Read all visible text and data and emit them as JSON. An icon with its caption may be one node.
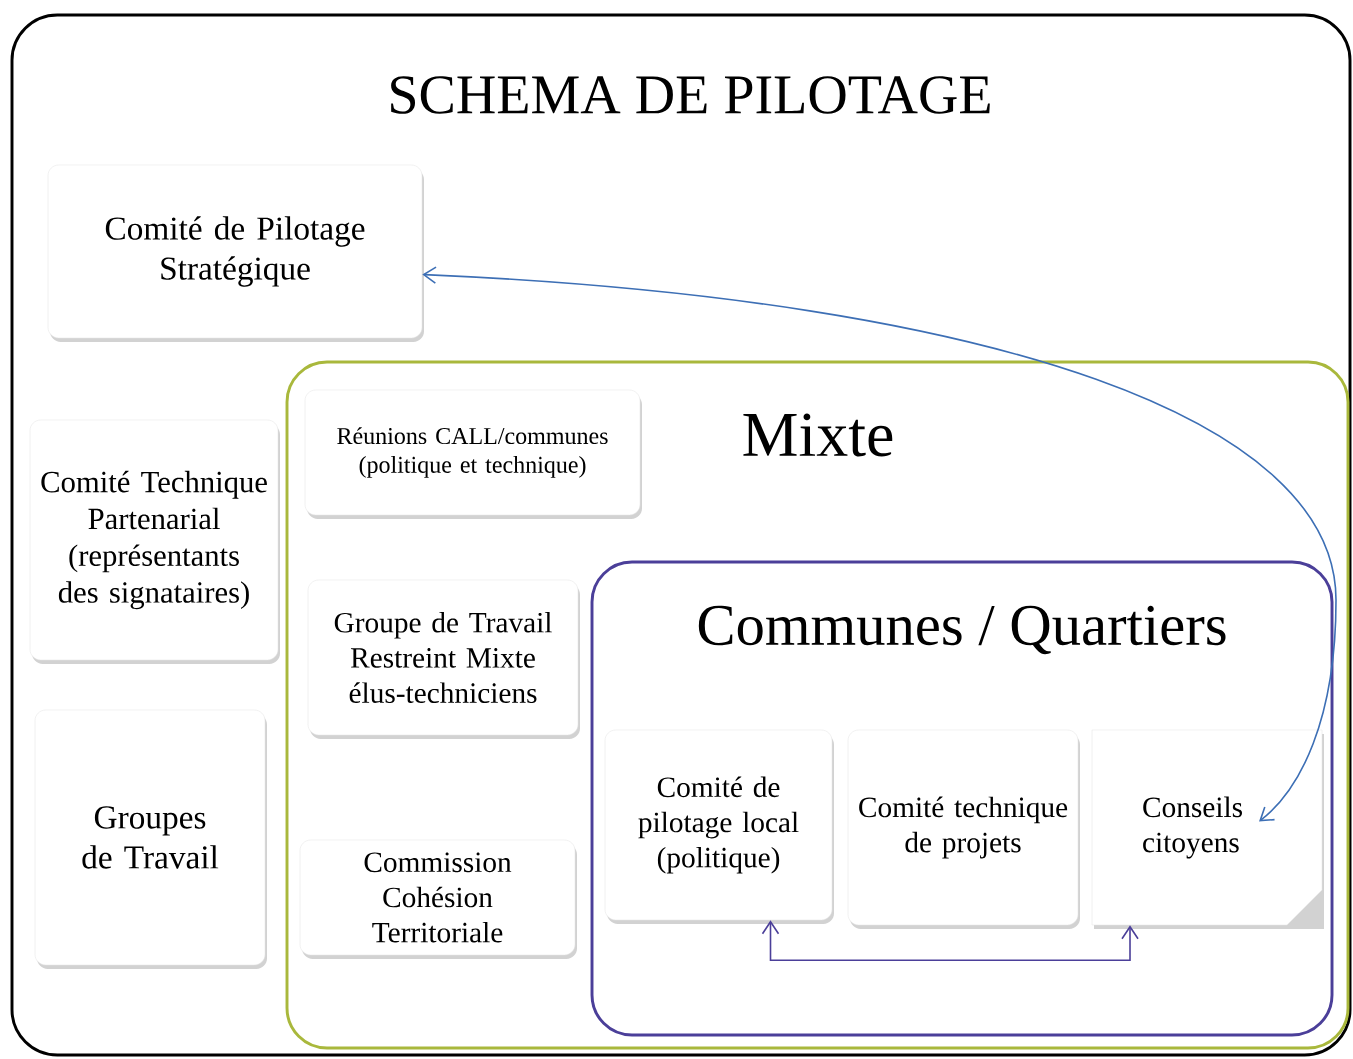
{
  "diagram": {
    "title": "SCHEMA DE PILOTAGE",
    "nodes": [
      {
        "text": [
          "Comité de Pilotage Stratégique"
        ]
      },
      {
        "text": [
          "Comité Technique Partenarial (représentants des signataires)"
        ]
      },
      {
        "text": [
          "Groupes de Travail"
        ]
      },
      {
        "text": [
          "Mixte"
        ]
      },
      {
        "text": [
          "Réunions CALL/communes (politique et technique)"
        ],
        "in": 3
      },
      {
        "text": [
          "Groupe de Travail Restreint Mixte élus-techniciens"
        ],
        "in": 3
      },
      {
        "text": [
          "Commission Cohésion Territoriale"
        ],
        "in": 3
      },
      {
        "text": [
          "Communes / Quartiers"
        ],
        "in": 3
      },
      {
        "text": [
          "Comité de pilotage local (politique)"
        ],
        "in": 7
      },
      {
        "text": [
          "Comité technique de projets"
        ],
        "in": 7
      },
      {
        "text": [
          "Conseils citoyens"
        ],
        "in": 7
      }
    ],
    "edges": [
      {
        "from": 0,
        "to": 10,
        "arrow": "both",
        "color": "#3d6fb5"
      },
      {
        "from": 8,
        "to": 10,
        "arrow": "both",
        "color": "#4b3f99"
      }
    ]
  }
}
